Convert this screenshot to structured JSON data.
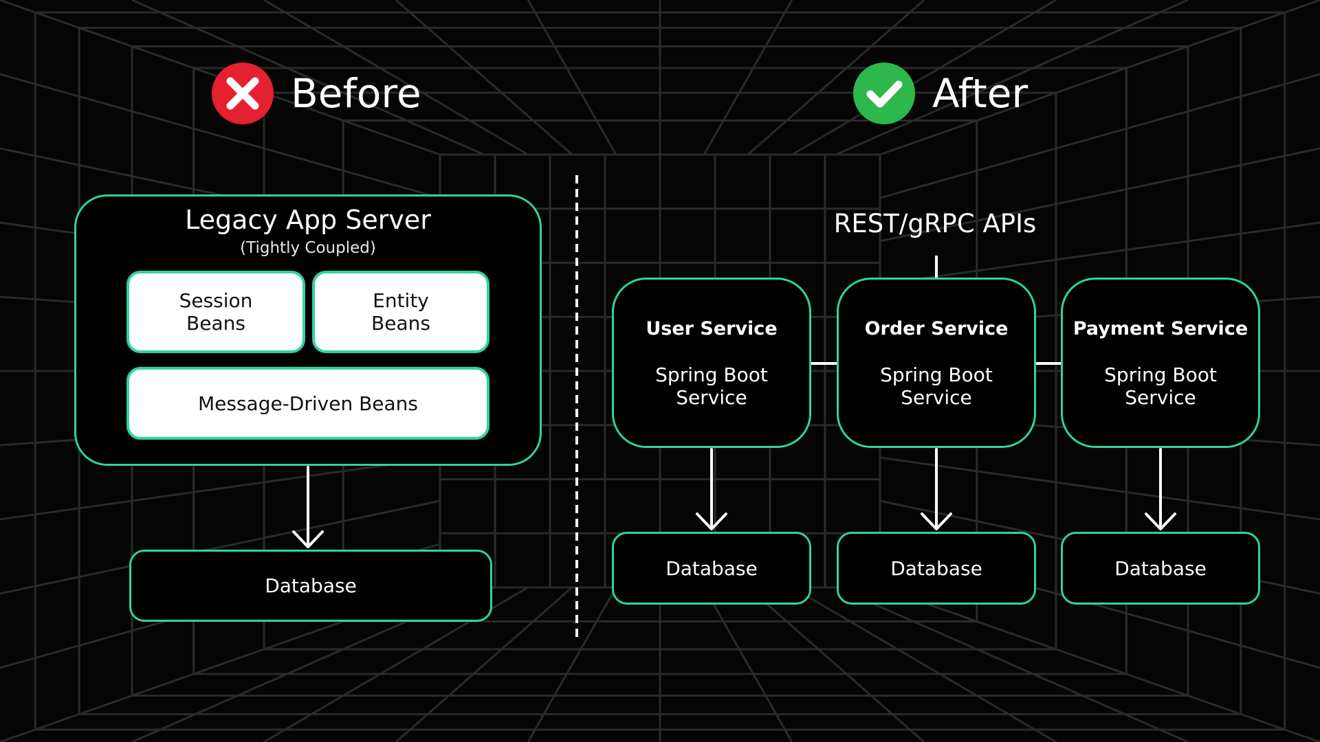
{
  "before": {
    "heading": "Before",
    "icon": "cross-icon",
    "icon_color": "#e5202f",
    "server": {
      "title": "Legacy App Server",
      "subtitle": "(Tightly Coupled)",
      "beans": {
        "session": "Session\nBeans",
        "entity": "Entity\nBeans",
        "message_driven": "Message-Driven Beans"
      }
    },
    "database": "Database"
  },
  "after": {
    "heading": "After",
    "icon": "check-icon",
    "icon_color": "#2db84b",
    "api_label": "REST/gRPC APIs",
    "services": [
      {
        "name": "User Service",
        "description": "Spring Boot\nService",
        "database": "Database"
      },
      {
        "name": "Order Service",
        "description": "Spring Boot\nService",
        "database": "Database"
      },
      {
        "name": "Payment Service",
        "description": "Spring Boot\nService",
        "database": "Database"
      }
    ]
  },
  "colors": {
    "accent": "#2ed3a4",
    "background": "#050505",
    "grid": "#2a2a2a",
    "text": "#ffffff"
  }
}
